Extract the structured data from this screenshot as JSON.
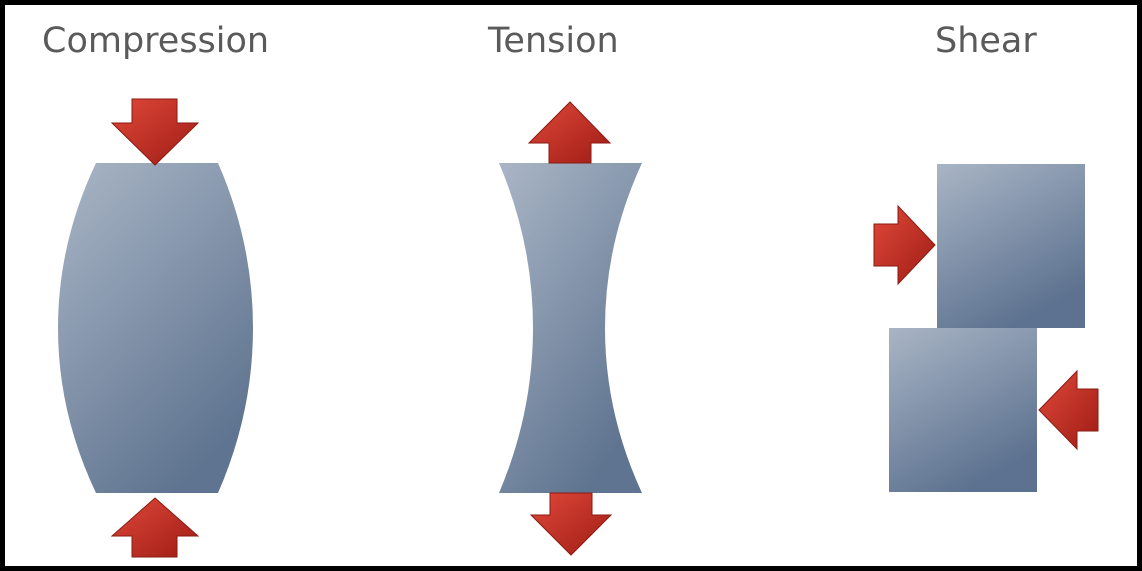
{
  "labels": {
    "compression": "Compression",
    "tension": "Tension",
    "shear": "Shear"
  },
  "colors": {
    "frame": "#000000",
    "label_text": "#5a5a5a",
    "shape_light": "#aab6c6",
    "shape_dark": "#5f7490",
    "arrow_light": "#e0483a",
    "arrow_dark": "#9e1c14"
  },
  "icons": {
    "compression_top": "arrow-down-icon",
    "compression_bottom": "arrow-up-icon",
    "tension_top": "arrow-up-icon",
    "tension_bottom": "arrow-down-icon",
    "shear_left": "arrow-right-icon",
    "shear_right": "arrow-left-icon"
  }
}
